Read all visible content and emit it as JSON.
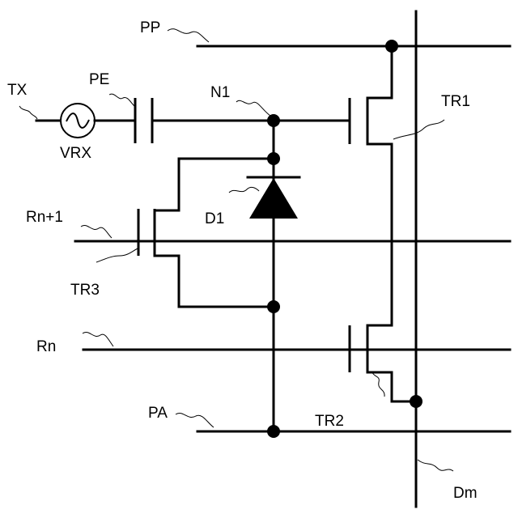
{
  "labels": {
    "pp": "PP",
    "tx": "TX",
    "pe": "PE",
    "vrx": "VRX",
    "n1": "N1",
    "tr1": "TR1",
    "d1": "D1",
    "rn1": "Rn+1",
    "tr3": "TR3",
    "rn": "Rn",
    "tr2": "TR2",
    "pa": "PA",
    "dm": "Dm"
  }
}
